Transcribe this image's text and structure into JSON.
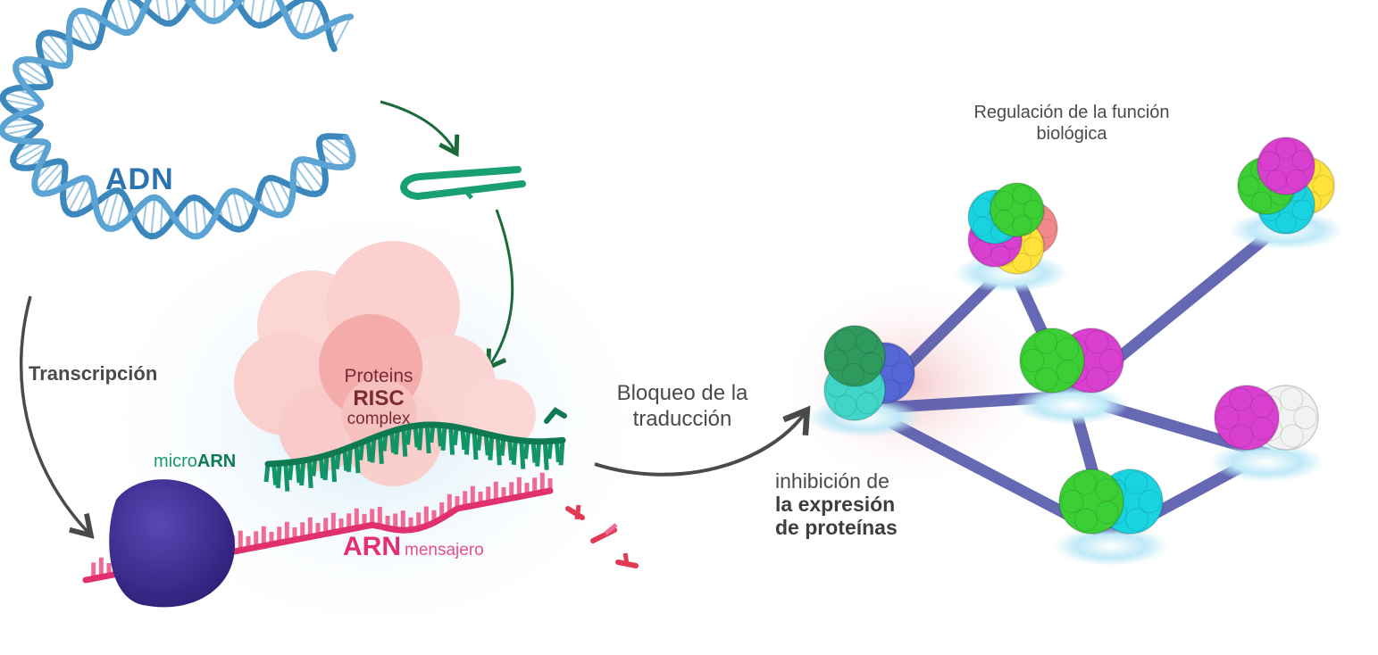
{
  "diagram": {
    "dna_label": "ADN",
    "transcription_label": "Transcripción",
    "risc": {
      "line1": "Proteins",
      "line2": "RISC",
      "line3": "complex"
    },
    "microrna": {
      "prefix": "micro",
      "suffix": "ARN"
    },
    "mrna": {
      "main": "ARN",
      "suffix": "mensajero"
    },
    "block_label": "Bloqueo de la traducción",
    "inhibition": {
      "line1": "inhibición de",
      "line2": "la expresión",
      "line3": "de proteínas"
    },
    "regulation_label": "Regulación de la función biológica"
  },
  "colors": {
    "dna": "#3c88bd",
    "microrna": "#129467",
    "mrna": "#e0306e",
    "ribosome": "#3b2a8c",
    "risc": "#f6c3c1",
    "network_edge": "#4b4fa6",
    "arrow_green": "#1b6b3a",
    "arrow_gray": "#4a4a4a"
  },
  "protein_nodes": [
    {
      "name": "node-1",
      "colors": [
        "#5566d6",
        "#3fd6c8",
        "#2e9a5d"
      ]
    },
    {
      "name": "node-2",
      "colors": [
        "#f08a8a",
        "#ffe23a",
        "#d940d0",
        "#19d4e0",
        "#3ccf35"
      ]
    },
    {
      "name": "node-3",
      "colors": [
        "#d940d0",
        "#3ccf35"
      ]
    },
    {
      "name": "node-4",
      "colors": [
        "#ffe23a",
        "#19d4e0",
        "#3ccf35",
        "#d940d0"
      ]
    },
    {
      "name": "node-5",
      "colors": [
        "#f2f2f2",
        "#d940d0"
      ]
    },
    {
      "name": "node-6",
      "colors": [
        "#19d4e0",
        "#3ccf35"
      ]
    }
  ]
}
